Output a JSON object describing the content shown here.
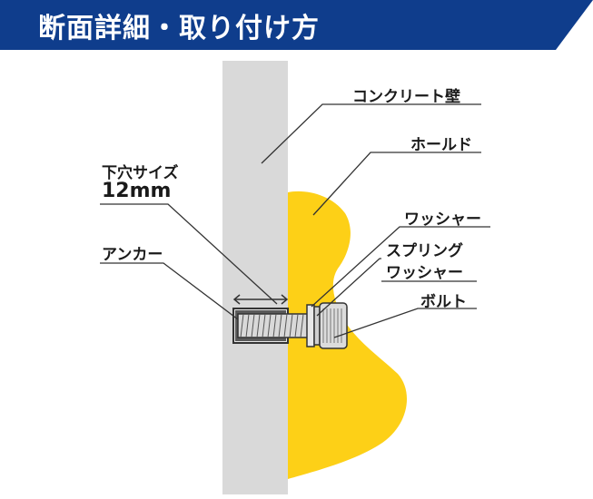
{
  "header": {
    "title": "断面詳細・取り付け方",
    "banner_color": "#0f3d8c"
  },
  "labels": {
    "wall": "コンクリート壁",
    "hold": "ホールド",
    "washer": "ワッシャー",
    "spring_washer_line1": "スプリング",
    "spring_washer_line2": "ワッシャー",
    "bolt": "ボルト",
    "hole_size_label": "下穴サイズ",
    "hole_size_value": "12mm",
    "anchor": "アンカー"
  },
  "colors": {
    "wall": "#d9d9d9",
    "hold": "#fdd017",
    "line": "#333333"
  }
}
